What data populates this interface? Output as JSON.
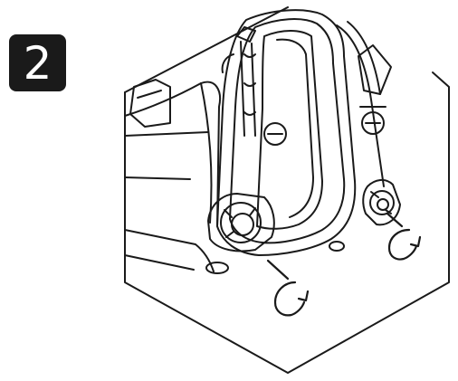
{
  "step": {
    "number": "2"
  },
  "illustration": {
    "subject": "earmuff-cup-assembly",
    "rotation_arrows": 2,
    "frame_shape": "hexagon"
  },
  "colors": {
    "ink": "#1a1a1a",
    "background": "#ffffff",
    "badge": "#1a1a1a",
    "badge_text": "#ffffff"
  }
}
